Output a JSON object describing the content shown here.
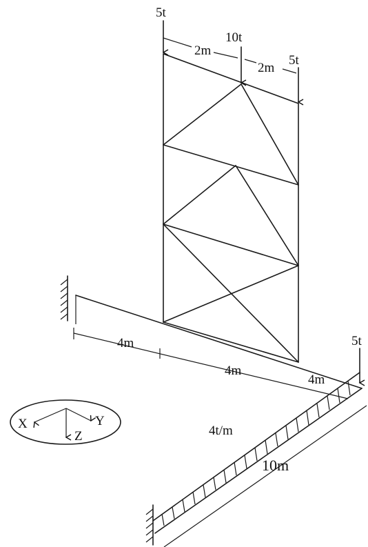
{
  "loads": {
    "top_left": "5t",
    "top_middle": "10t",
    "top_right": "5t",
    "beam_end": "5t",
    "distributed": "4t/m"
  },
  "dimensions": {
    "top_span_1": "2m",
    "top_span_2": "2m",
    "beam_seg_1": "4m",
    "beam_seg_2": "4m",
    "beam_seg_3": "4m",
    "cross_beam": "10m"
  },
  "axes": {
    "x": "X",
    "y": "Y",
    "z": "Z"
  }
}
